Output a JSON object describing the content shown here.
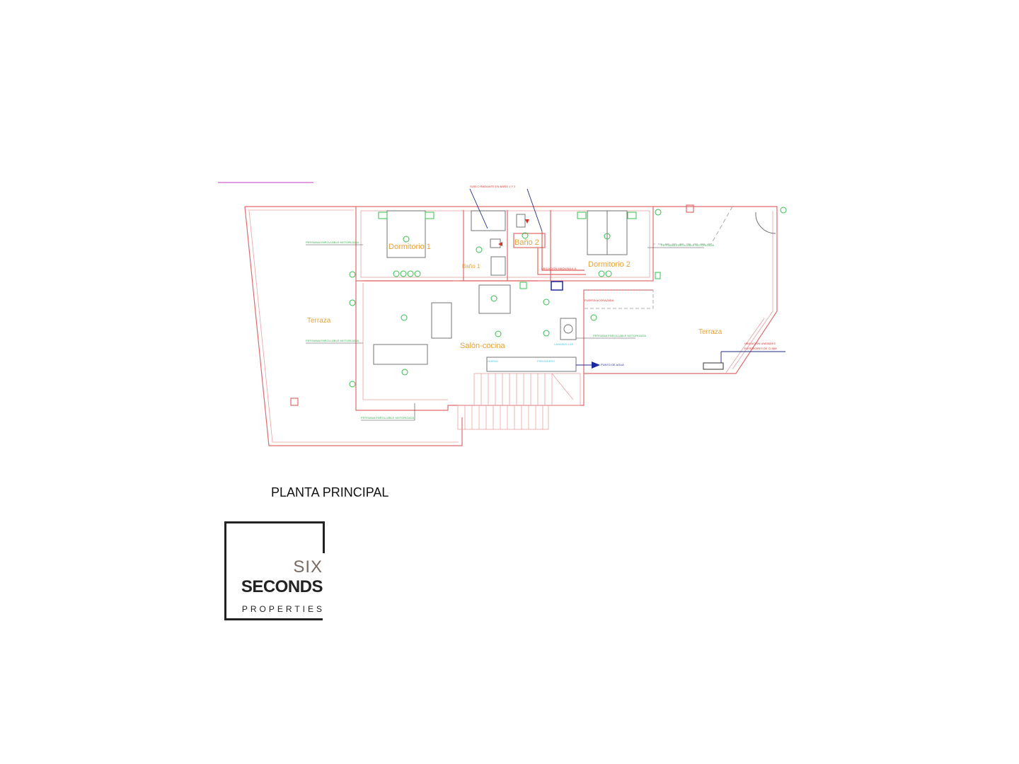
{
  "plan": {
    "rooms": {
      "dormitorio1": "Dormitorio 1",
      "dormitorio2": "Dormitorio 2",
      "bano1": "Baño 1",
      "bano2": "Baño 2",
      "salon": "Salón-cocina",
      "terraza_left": "Terraza",
      "terraza_right": "Terraza"
    },
    "notes": {
      "suelo_radiante": "SUELO RADIANTE EN BAÑO 1 Y 2",
      "persiana_1": "PERSIANA ENROLLABLE MOTORIZADA",
      "persiana_2": "PERSIANA ENROLLABLE MOTORIZADA",
      "persiana_3": "PERSIANA ENROLLABLE MOTORIZADA",
      "persiana_4": "PERSIANA ENROLLABLE MOTORIZADA",
      "persiana_5": "PERSIANA ENROLLABLE MOTORIZADA",
      "maquina_aa": "UBICACIÓN MÁQUINA A.A.",
      "puerta": "PUERTA ACORAZADA",
      "punto_agua": "PUNTO DE AGUA",
      "unidades_1": "UBICACIÓN UNIDADES",
      "unidades_2": "EXTERIORES DE CLIMA",
      "lavavajillas": "LAVAVAJILLAS",
      "horno": "HORNO",
      "fregadero": "FREGADERO"
    },
    "colors": {
      "wall": "#e06a6a",
      "electric": "#33c04a",
      "room_label": "#e8a23c",
      "note_red": "#d9302a"
    }
  },
  "caption": "PLANTA PRINCIPAL",
  "logo": {
    "line1": "SIX",
    "line2": "SECONDS",
    "line3": "PROPERTIES"
  }
}
